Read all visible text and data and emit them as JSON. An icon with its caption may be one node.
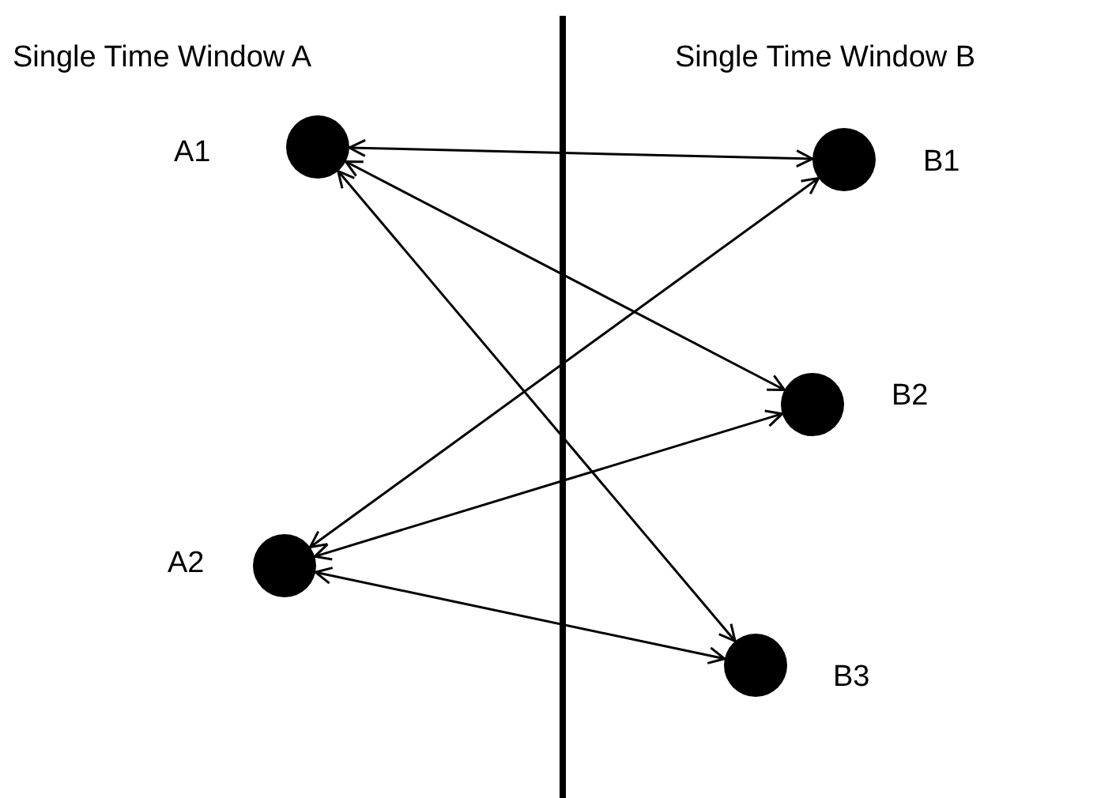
{
  "diagram": {
    "nodes": [
      {
        "text": [],
        "shape": "circle",
        "beside": [
          "A1"
        ]
      },
      {
        "text": [],
        "shape": "circle",
        "beside": [
          "B1"
        ]
      },
      {
        "text": [],
        "shape": "circle",
        "beside": [
          "B2"
        ]
      },
      {
        "text": [],
        "shape": "circle",
        "beside": [
          "A2"
        ]
      },
      {
        "text": [],
        "shape": "circle",
        "beside": [
          "B3"
        ]
      }
    ],
    "edges": [
      {
        "from": 0,
        "to": 1,
        "arrow": "both"
      },
      {
        "from": 0,
        "to": 2,
        "arrow": "both"
      },
      {
        "from": 0,
        "to": 4,
        "arrow": "both"
      },
      {
        "from": 3,
        "to": 1,
        "arrow": "both"
      },
      {
        "from": 3,
        "to": 2,
        "arrow": "both"
      },
      {
        "from": 3,
        "to": 4,
        "arrow": "both"
      }
    ],
    "labels": [
      "Single Time Window A",
      "Single Time Window B"
    ]
  }
}
